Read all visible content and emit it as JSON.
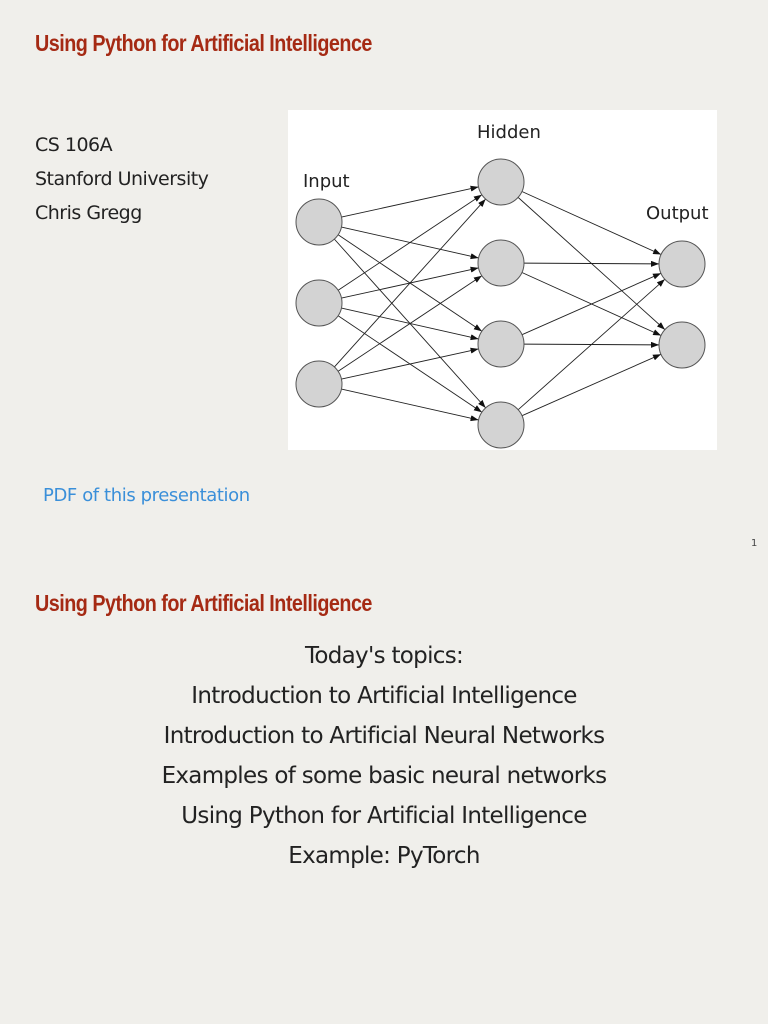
{
  "colors": {
    "background": "#f0efeb",
    "title": "#a52a14",
    "text": "#222222",
    "link": "#3a8fd9"
  },
  "slide1": {
    "title": "Using Python for Artificial Intelligence",
    "info_lines": [
      "CS 106A",
      "Stanford University",
      "Chris Gregg"
    ],
    "figure": {
      "labels": {
        "input": "Input",
        "hidden": "Hidden",
        "output": "Output"
      },
      "layers": [
        3,
        4,
        2
      ]
    },
    "pdf_link": "PDF of this presentation",
    "page_number": "1"
  },
  "slide2": {
    "title": "Using Python for Artificial Intelligence",
    "topics": [
      "Today's topics:",
      "Introduction to Artificial Intelligence",
      "Introduction to Artificial Neural Networks",
      "Examples of some basic neural networks",
      "Using Python for Artificial Intelligence",
      "Example: PyTorch"
    ]
  }
}
